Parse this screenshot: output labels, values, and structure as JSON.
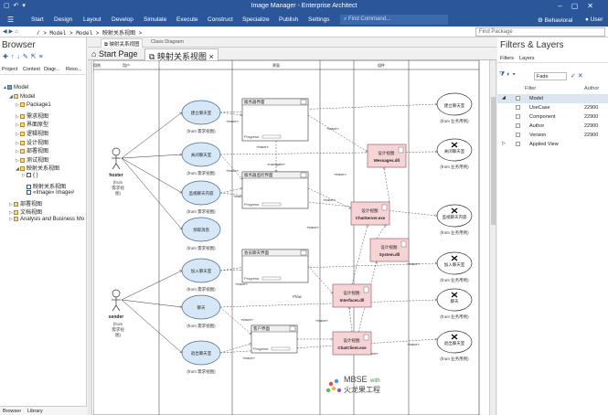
{
  "window": {
    "title": "Image Manager - Enterprise Architect",
    "quick_access": "▢ ↶ ▾"
  },
  "menu": {
    "items": [
      "Start",
      "Design",
      "Layout",
      "Develop",
      "Simulate",
      "Execute",
      "Construct",
      "Specialize",
      "Publish",
      "Settings"
    ],
    "find_placeholder": "Find Command...",
    "perspective": "Behavioral",
    "user": "User"
  },
  "address": {
    "path": "/ > Model > Model > 映射关系视图 >",
    "find_package_placeholder": "Find Package"
  },
  "browser": {
    "title": "Browser",
    "tabs": [
      "Project",
      "Context",
      "Diagr...",
      "Reso..."
    ],
    "tree": [
      {
        "label": "Model",
        "level": 0,
        "icon": "model",
        "tw": "▲"
      },
      {
        "label": "Model",
        "level": 1,
        "icon": "pkg",
        "tw": "◢"
      },
      {
        "label": "Package1",
        "level": 2,
        "icon": "pkg",
        "tw": "▷"
      },
      {
        "label": "需求视图",
        "level": 2,
        "icon": "pkg",
        "tw": "▷"
      },
      {
        "label": "界面原型",
        "level": 2,
        "icon": "pkg",
        "tw": "▷"
      },
      {
        "label": "逻辑视图",
        "level": 2,
        "icon": "pkg",
        "tw": "▷"
      },
      {
        "label": "设计视图",
        "level": 2,
        "icon": "pkg",
        "tw": "▷"
      },
      {
        "label": "部署视图",
        "level": 2,
        "icon": "pkg",
        "tw": "▷"
      },
      {
        "label": "测试视图",
        "level": 2,
        "icon": "pkg",
        "tw": "▷"
      },
      {
        "label": "映射关系视图",
        "level": 2,
        "icon": "pkg",
        "tw": "◢"
      },
      {
        "label": "{ }",
        "level": 3,
        "icon": "diag",
        "tw": "▷"
      },
      {
        "label": "映射关系视图",
        "level": 3,
        "icon": "diag",
        "tw": ""
      },
      {
        "label": "«Image» Image#",
        "level": 3,
        "icon": "diag",
        "tw": ""
      },
      {
        "label": "部署视图",
        "level": 1,
        "icon": "pkg",
        "tw": "▷"
      },
      {
        "label": "文档视图",
        "level": 1,
        "icon": "pkg",
        "tw": "▷"
      },
      {
        "label": "Analysis and Business Mo",
        "level": 1,
        "icon": "pkg",
        "tw": "▷"
      }
    ],
    "bottom_tabs": [
      "Browser",
      "Library"
    ]
  },
  "editor": {
    "doc_tabs": [
      "映射关系视图",
      "Class Diagram"
    ],
    "view_tabs": [
      "Start Page",
      "映射关系视图"
    ]
  },
  "diagram": {
    "lanes": [
      "用户",
      "",
      "界面",
      "",
      "组件",
      "",
      "业务用例"
    ],
    "actors": [
      {
        "name": "hoster",
        "note": "(from\n需求视\n图)"
      },
      {
        "name": "sender",
        "note": "(from\n需求视\n图)"
      }
    ],
    "usecases": [
      {
        "label": "建立聊天室",
        "from": "(from 需求视图)"
      },
      {
        "label": "关闭聊天室",
        "from": "(from 需求视图)"
      },
      {
        "label": "监视聊天内容",
        "from": "(from 需求视图)"
      },
      {
        "label": "领取消息",
        "from": "(from 需求视图)"
      },
      {
        "label": "加入聊天室",
        "from": "(from 需求视图)"
      },
      {
        "label": "聊天",
        "from": "(from 需求视图)"
      },
      {
        "label": "退出聊天室",
        "from": "(from 需求视图)"
      }
    ],
    "ui_boxes": [
      {
        "title": "服务器界面"
      },
      {
        "title": "服务器监控界面"
      },
      {
        "title": "会员聊天界面"
      },
      {
        "title": "客户界面"
      }
    ],
    "progress_label": "Progress:",
    "flow_label": "Flow",
    "components": [
      {
        "stereo": "设计视图:",
        "name": "Messages.dll"
      },
      {
        "stereo": "设计视图:",
        "name": "ChatServer.exe"
      },
      {
        "stereo": "设计视图:",
        "name": "System.dll"
      },
      {
        "stereo": "设计视图:",
        "name": "InterfaceLdll"
      },
      {
        "stereo": "设计视图:",
        "name": "ChatClient.exe"
      }
    ],
    "biz_cases": [
      {
        "label": "建立聊天室",
        "from": "(from 业务用例)"
      },
      {
        "label": "关闭聊天室",
        "from": "(from 业务用例)"
      },
      {
        "label": "监视聊天内容",
        "from": "(from 业务用例)"
      },
      {
        "label": "加入聊天室",
        "from": "(from 业务用例)"
      },
      {
        "label": "聊天",
        "from": "(from 业务用例)"
      },
      {
        "label": "退出聊天室",
        "from": "(from 业务用例)"
      }
    ],
    "trace_label": "«trace»",
    "navigate_label": "«navigate»",
    "watermark": {
      "brand": "MBSE",
      "with": "with",
      "sub": "火龙果工程"
    }
  },
  "filters": {
    "title": "Filters & Layers",
    "tabs": [
      "Filters",
      "Layers"
    ],
    "mode": "Fade",
    "columns": [
      "Filter",
      "Author"
    ],
    "rows": [
      {
        "label": "Model",
        "author": "",
        "highlight": true
      },
      {
        "label": "UseCase",
        "author": "22900",
        "highlight": false
      },
      {
        "label": "Component",
        "author": "22900",
        "highlight": false
      },
      {
        "label": "Author",
        "author": "22900",
        "highlight": false
      },
      {
        "label": "Version",
        "author": "22900",
        "highlight": false
      },
      {
        "label": "Applied View",
        "author": "",
        "highlight": false
      }
    ]
  },
  "colors": {
    "accent": "#2b579a",
    "usecase_fill": "#d6e8f7",
    "component_fill": "#f6d4d6",
    "component_stroke": "#a06070"
  }
}
